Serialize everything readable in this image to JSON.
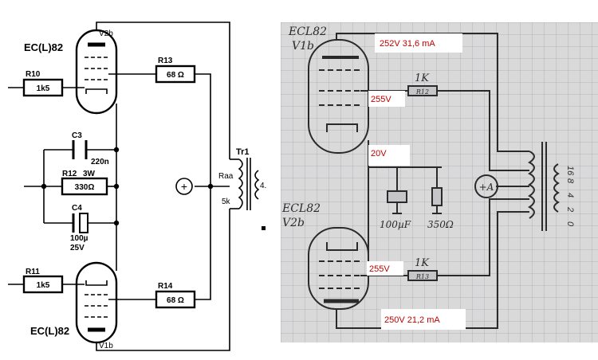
{
  "left_schematic": {
    "tube_top": {
      "label": "EC(L)82",
      "ref": "V2b"
    },
    "tube_bottom": {
      "label": "EC(L)82",
      "ref": "V1b"
    },
    "r10": {
      "ref": "R10",
      "value": "1k5"
    },
    "r11": {
      "ref": "R11",
      "value": "1k5"
    },
    "r13": {
      "ref": "R13",
      "value": "68 Ω"
    },
    "r14": {
      "ref": "R14",
      "value": "68 Ω"
    },
    "c3": {
      "ref": "C3",
      "value": "220n"
    },
    "r12": {
      "ref": "R12",
      "rating": "3W",
      "value": "330Ω"
    },
    "c4": {
      "ref": "C4",
      "value": "100µ",
      "voltage": "25V"
    },
    "plus": "+",
    "transformer": {
      "ref": "Tr1",
      "raa": "Raa",
      "impedance": "5k",
      "secondary": "4."
    }
  },
  "right_sketch": {
    "tube_top": {
      "line1": "ECL82",
      "line2": "V1b"
    },
    "tube_bottom": {
      "line1": "ECL82",
      "line2": "V2b"
    },
    "r_top": {
      "value": "1K",
      "ref": "R12"
    },
    "r_bottom": {
      "value": "1K",
      "ref": "R13"
    },
    "cap": "100µF",
    "res": "350Ω",
    "plus_a": "+A",
    "taps": [
      "16",
      "8",
      "4",
      "2",
      "0"
    ],
    "annotations": {
      "top": "252V  31,6 mA",
      "g2_top": "255V",
      "cathode": "20V",
      "g2_bottom": "255V",
      "bottom": "250V  21,2 mA"
    }
  }
}
